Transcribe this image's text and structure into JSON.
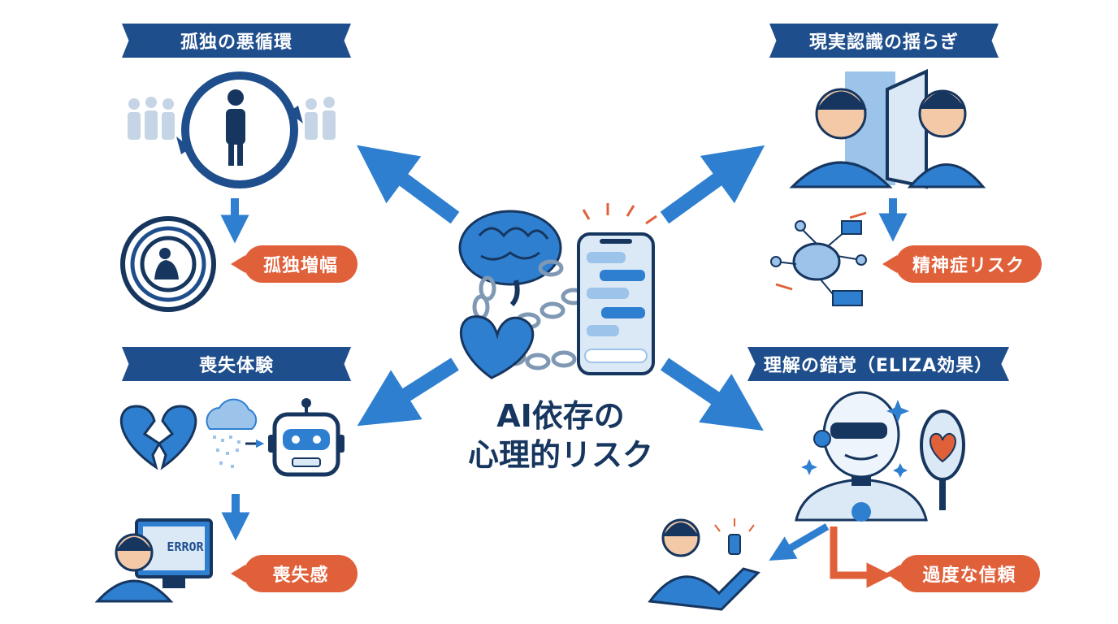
{
  "center": {
    "title_line1": "AI依存の",
    "title_line2": "心理的リスク"
  },
  "quadrants": {
    "top_left": {
      "heading": "孤独の悪循環",
      "callout": "孤独増幅"
    },
    "bottom_left": {
      "heading": "喪失体験",
      "callout": "喪失感",
      "screen_text": "ERROR"
    },
    "top_right": {
      "heading": "現実認識の揺らぎ",
      "callout": "精神症リスク"
    },
    "bottom_right": {
      "heading": "理解の錯覚（ELIZA効果）",
      "callout": "過度な信頼"
    }
  },
  "colors": {
    "navy": "#1f4e8c",
    "blue": "#2f7fd0",
    "light_blue": "#9cc3ea",
    "orange": "#e0603a",
    "dark": "#16365f"
  }
}
